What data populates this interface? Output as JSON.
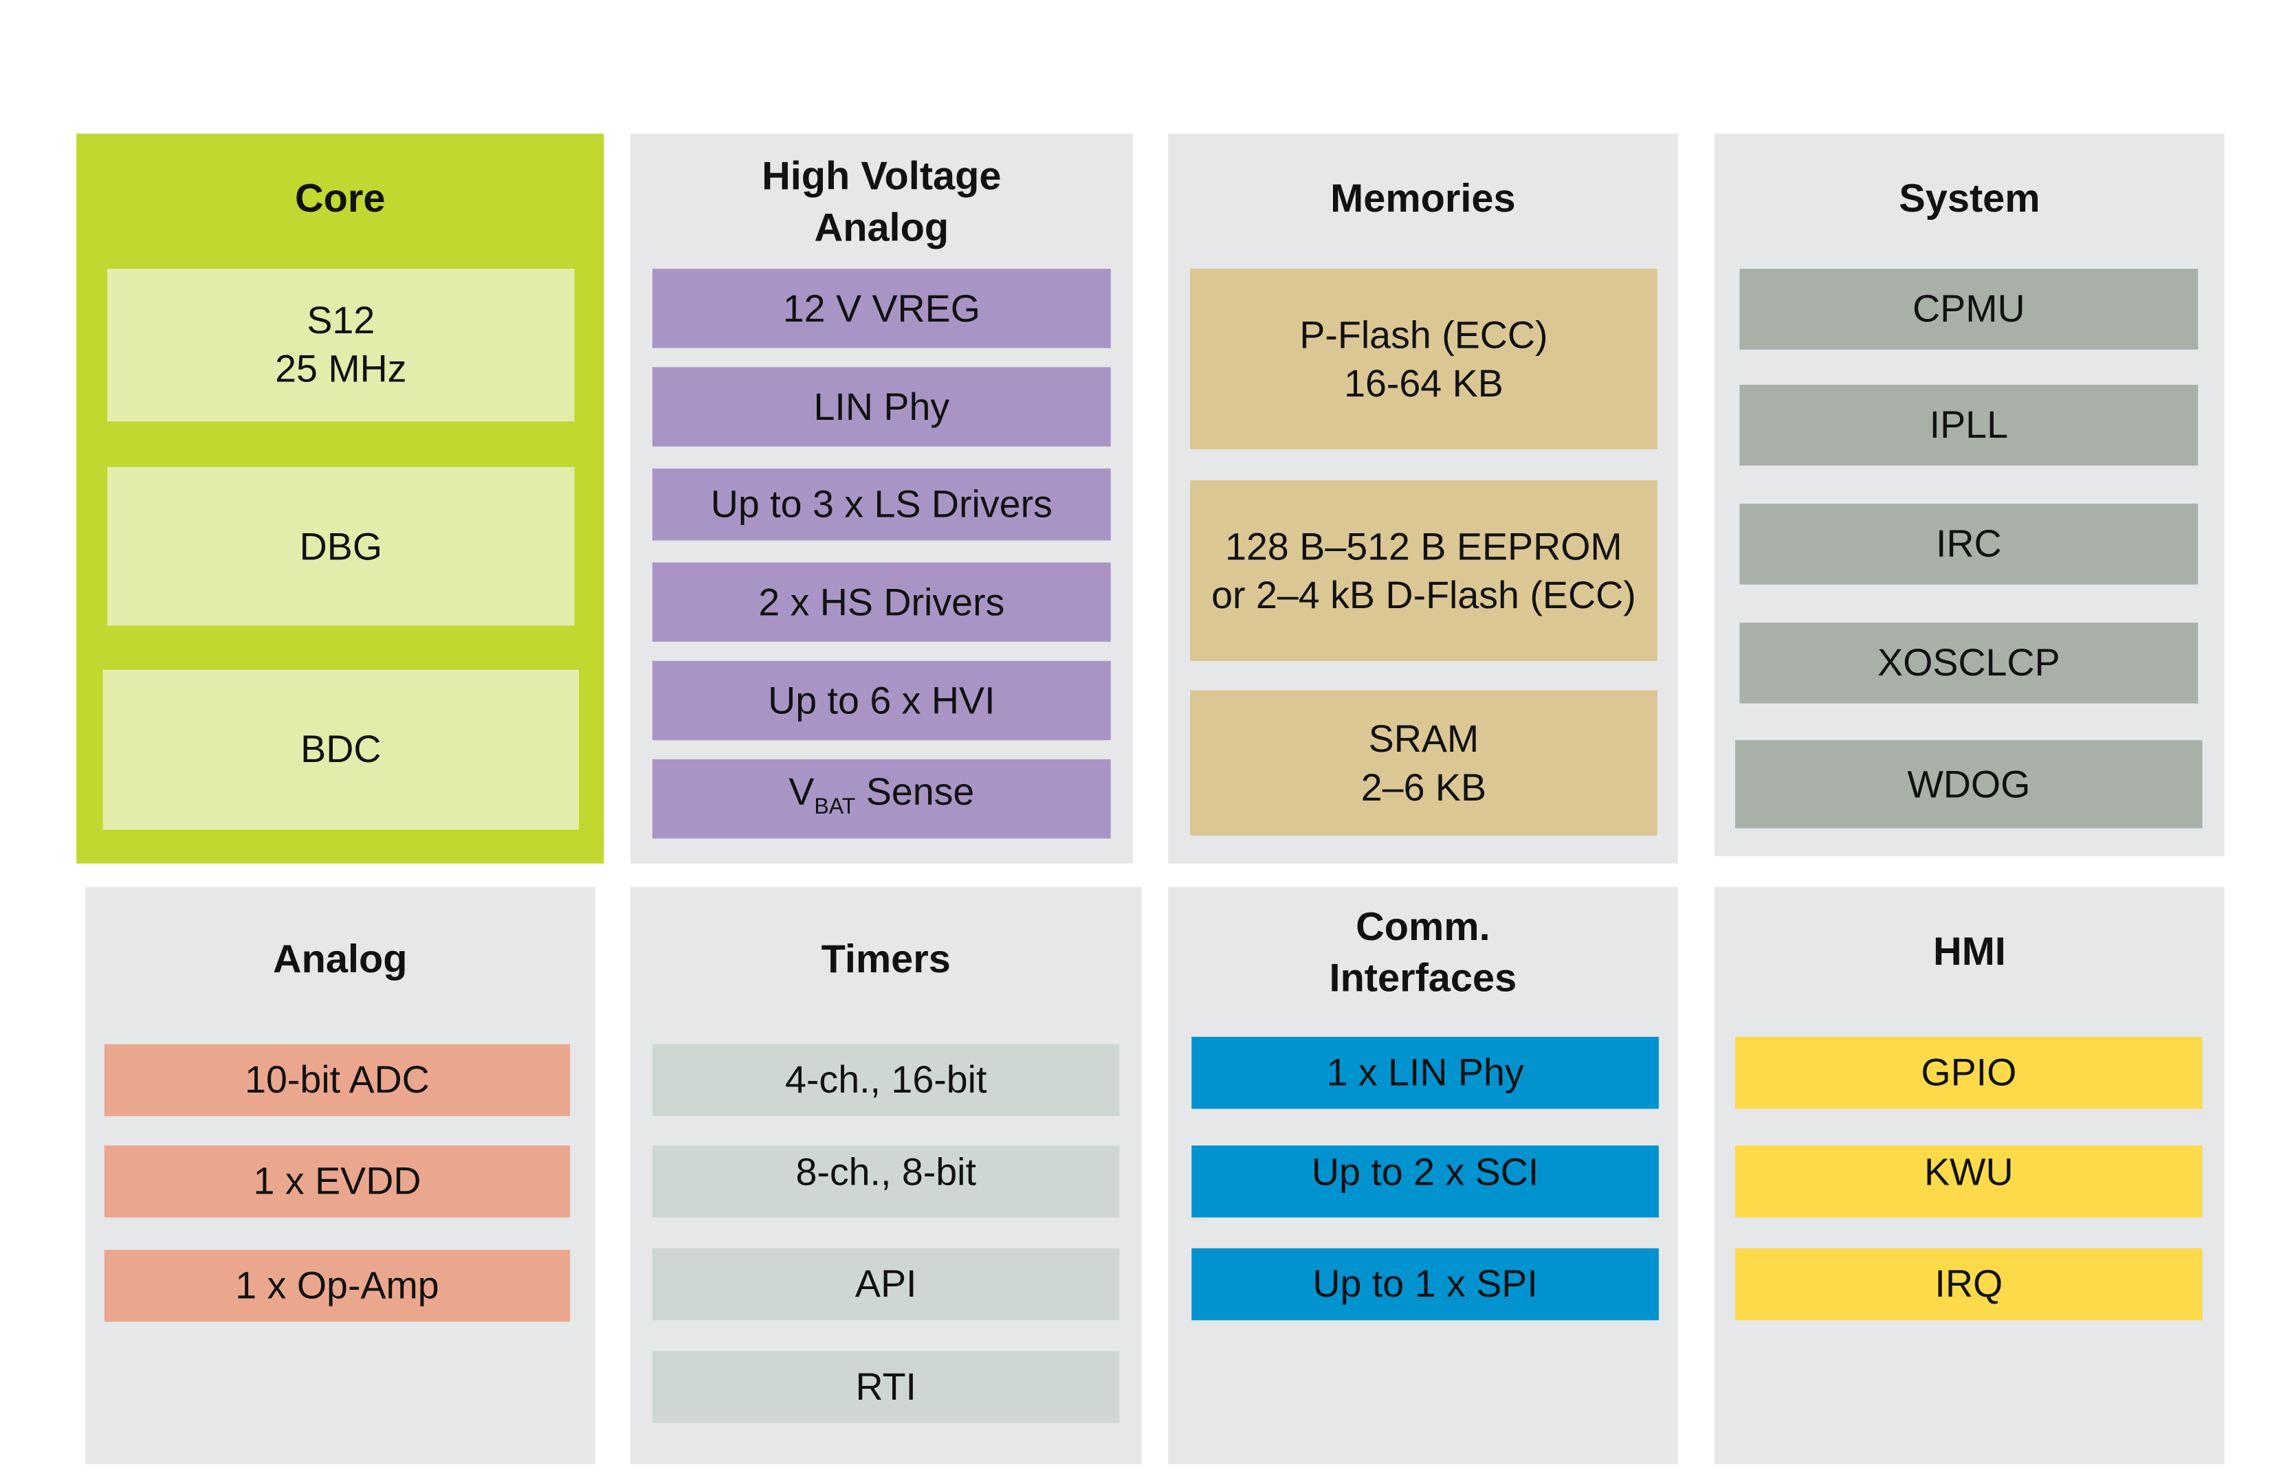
{
  "colors": {
    "core_panel": "#c0d82f",
    "core_block": "#e3ecab",
    "panel": "#e6e7e9",
    "hv_block": "#a895c5",
    "memory_block": "#dbc794",
    "system_block": "#a8b0a8",
    "analog_block": "#eba78e",
    "timer_block": "#cfd7d3",
    "comm_block": "#0093d0",
    "hmi_block": "#fdda4a"
  },
  "core": {
    "title": "Core",
    "blocks": [
      "S12\n25 MHz",
      "DBG",
      "BDC"
    ]
  },
  "hv": {
    "title": "High Voltage\nAnalog",
    "blocks": [
      "12 V VREG",
      "LIN Phy",
      "Up to 3 x LS Drivers",
      "2 x HS Drivers",
      "Up to 6 x HVI"
    ],
    "vbat": {
      "v": "V",
      "sub": "BAT",
      "rest": " Sense"
    }
  },
  "memories": {
    "title": "Memories",
    "blocks": [
      "P-Flash (ECC)\n16-64 KB",
      "128 B–512 B EEPROM\nor 2–4 kB D-Flash (ECC)",
      "SRAM\n2–6 KB"
    ]
  },
  "system": {
    "title": "System",
    "blocks": [
      "CPMU",
      "IPLL",
      "IRC",
      "XOSCLCP",
      "WDOG"
    ]
  },
  "analog": {
    "title": "Analog",
    "blocks": [
      "10-bit ADC",
      "1 x EVDD",
      "1 x Op-Amp"
    ]
  },
  "timers": {
    "title": "Timers",
    "blocks": [
      "4-ch., 16-bit",
      "8-ch., 8-bit",
      "API",
      "RTI"
    ]
  },
  "comm": {
    "title": "Comm.\nInterfaces",
    "blocks": [
      "1 x LIN Phy",
      "Up to 2 x SCI",
      "Up to 1 x SPI"
    ]
  },
  "hmi": {
    "title": "HMI",
    "blocks": [
      "GPIO",
      "KWU",
      "IRQ"
    ]
  }
}
